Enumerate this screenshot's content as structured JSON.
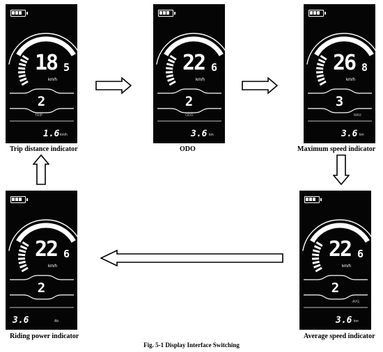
{
  "panels": [
    {
      "speed_int": "18",
      "speed_dec": "5",
      "speed_unit": "km/h",
      "gear": "2",
      "mode": "TRIP",
      "value": "1.6",
      "value_unit": "km/h",
      "caption": "Trip distance indicator"
    },
    {
      "speed_int": "22",
      "speed_dec": "6",
      "speed_unit": "km/h",
      "gear": "2",
      "mode": "ODO",
      "value": "3.6",
      "value_unit": "km",
      "caption": "ODO"
    },
    {
      "speed_int": "26",
      "speed_dec": "8",
      "speed_unit": "km/h",
      "gear": "3",
      "mode": "MAX",
      "value": "3.6",
      "value_unit": "km",
      "caption": "Maximum speed indicator"
    },
    {
      "speed_int": "22",
      "speed_dec": "6",
      "speed_unit": "km/h",
      "gear": "2",
      "mode": "",
      "value": "3.6",
      "value_unit": "Ah",
      "caption": "Riding power indicator"
    },
    {
      "speed_int": "22",
      "speed_dec": "6",
      "speed_unit": "km/h",
      "gear": "2",
      "mode": "AVG",
      "value": "3.6",
      "value_unit": "km",
      "caption": "Average speed indicator"
    }
  ],
  "figure_caption": "Fig. 5-1 Display Interface Switching",
  "colors": {
    "display_bg": "#050505",
    "display_fg": "#ffffff",
    "arrow_stroke": "#000000"
  },
  "icons": [
    "battery-icon",
    "speed-arc-gauge",
    "gear-frame",
    "arrow-right",
    "arrow-down",
    "arrow-left",
    "arrow-up"
  ]
}
